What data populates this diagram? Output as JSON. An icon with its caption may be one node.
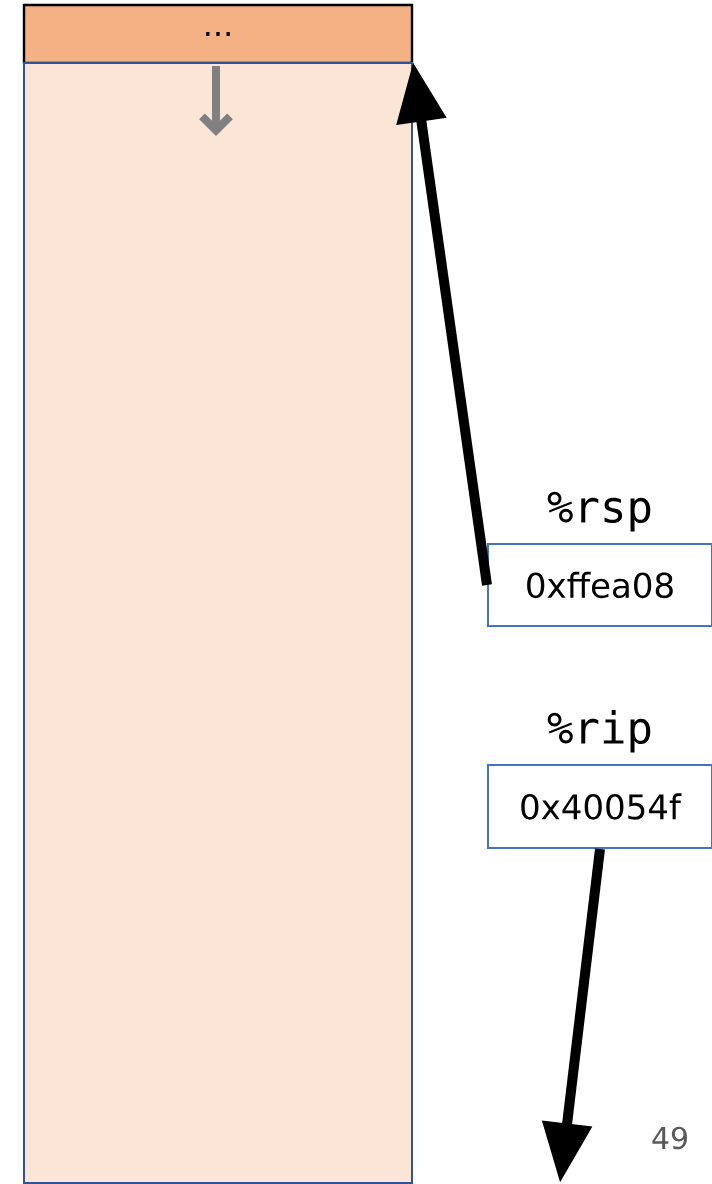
{
  "diagram": {
    "nodes": [
      {
        "text": [
          "..."
        ]
      },
      {
        "text": [],
        "shape": "box"
      },
      {
        "text": [
          "%rsp",
          "0xffea08"
        ]
      },
      {
        "text": [
          "%rip",
          "0x40054f"
        ]
      }
    ],
    "edges": [
      {
        "from": 2,
        "to": 1,
        "arrow": "to"
      },
      {
        "from": 3,
        "to": null,
        "arrow": "to"
      }
    ],
    "labels": [
      "49"
    ]
  }
}
